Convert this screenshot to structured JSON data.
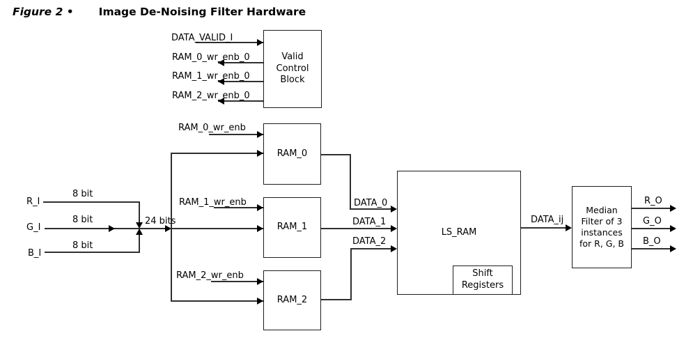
{
  "title": {
    "figure_label": "Figure 2 •",
    "text": "Image De-Noising Filter Hardware"
  },
  "blocks": {
    "valid_control": {
      "label": "Valid\nControl\nBlock"
    },
    "ram0": {
      "label": "RAM_0"
    },
    "ram1": {
      "label": "RAM_1"
    },
    "ram2": {
      "label": "RAM_2"
    },
    "ls_ram": {
      "label": "LS_RAM"
    },
    "shift_registers": {
      "label": "Shift\nRegisters"
    },
    "median_filter": {
      "label": "Median\nFilter of 3\ninstances\nfor R, G, B"
    }
  },
  "signals": {
    "data_valid_i": "DATA_VALID_I",
    "ram0_wr_enb_0": "RAM_0_wr_enb_0",
    "ram1_wr_enb_0": "RAM_1_wr_enb_0",
    "ram2_wr_enb_0": "RAM_2_wr_enb_0",
    "ram0_wr_enb": "RAM_0_wr_enb",
    "ram1_wr_enb": "RAM_1_wr_enb",
    "ram2_wr_enb": "RAM_2_wr_enb",
    "r_i": "R_I",
    "g_i": "G_I",
    "b_i": "B_I",
    "bit8_r": "8 bit",
    "bit8_g": "8 bit",
    "bit8_b": "8 bit",
    "bits24": "24 bits",
    "data0": "DATA_0",
    "data1": "DATA_1",
    "data2": "DATA_2",
    "data_ij": "DATA_ij",
    "r_o": "R_O",
    "g_o": "G_O",
    "b_o": "B_O"
  },
  "colors": {
    "background": "#ffffff",
    "line": "#000000",
    "text": "#000000"
  }
}
